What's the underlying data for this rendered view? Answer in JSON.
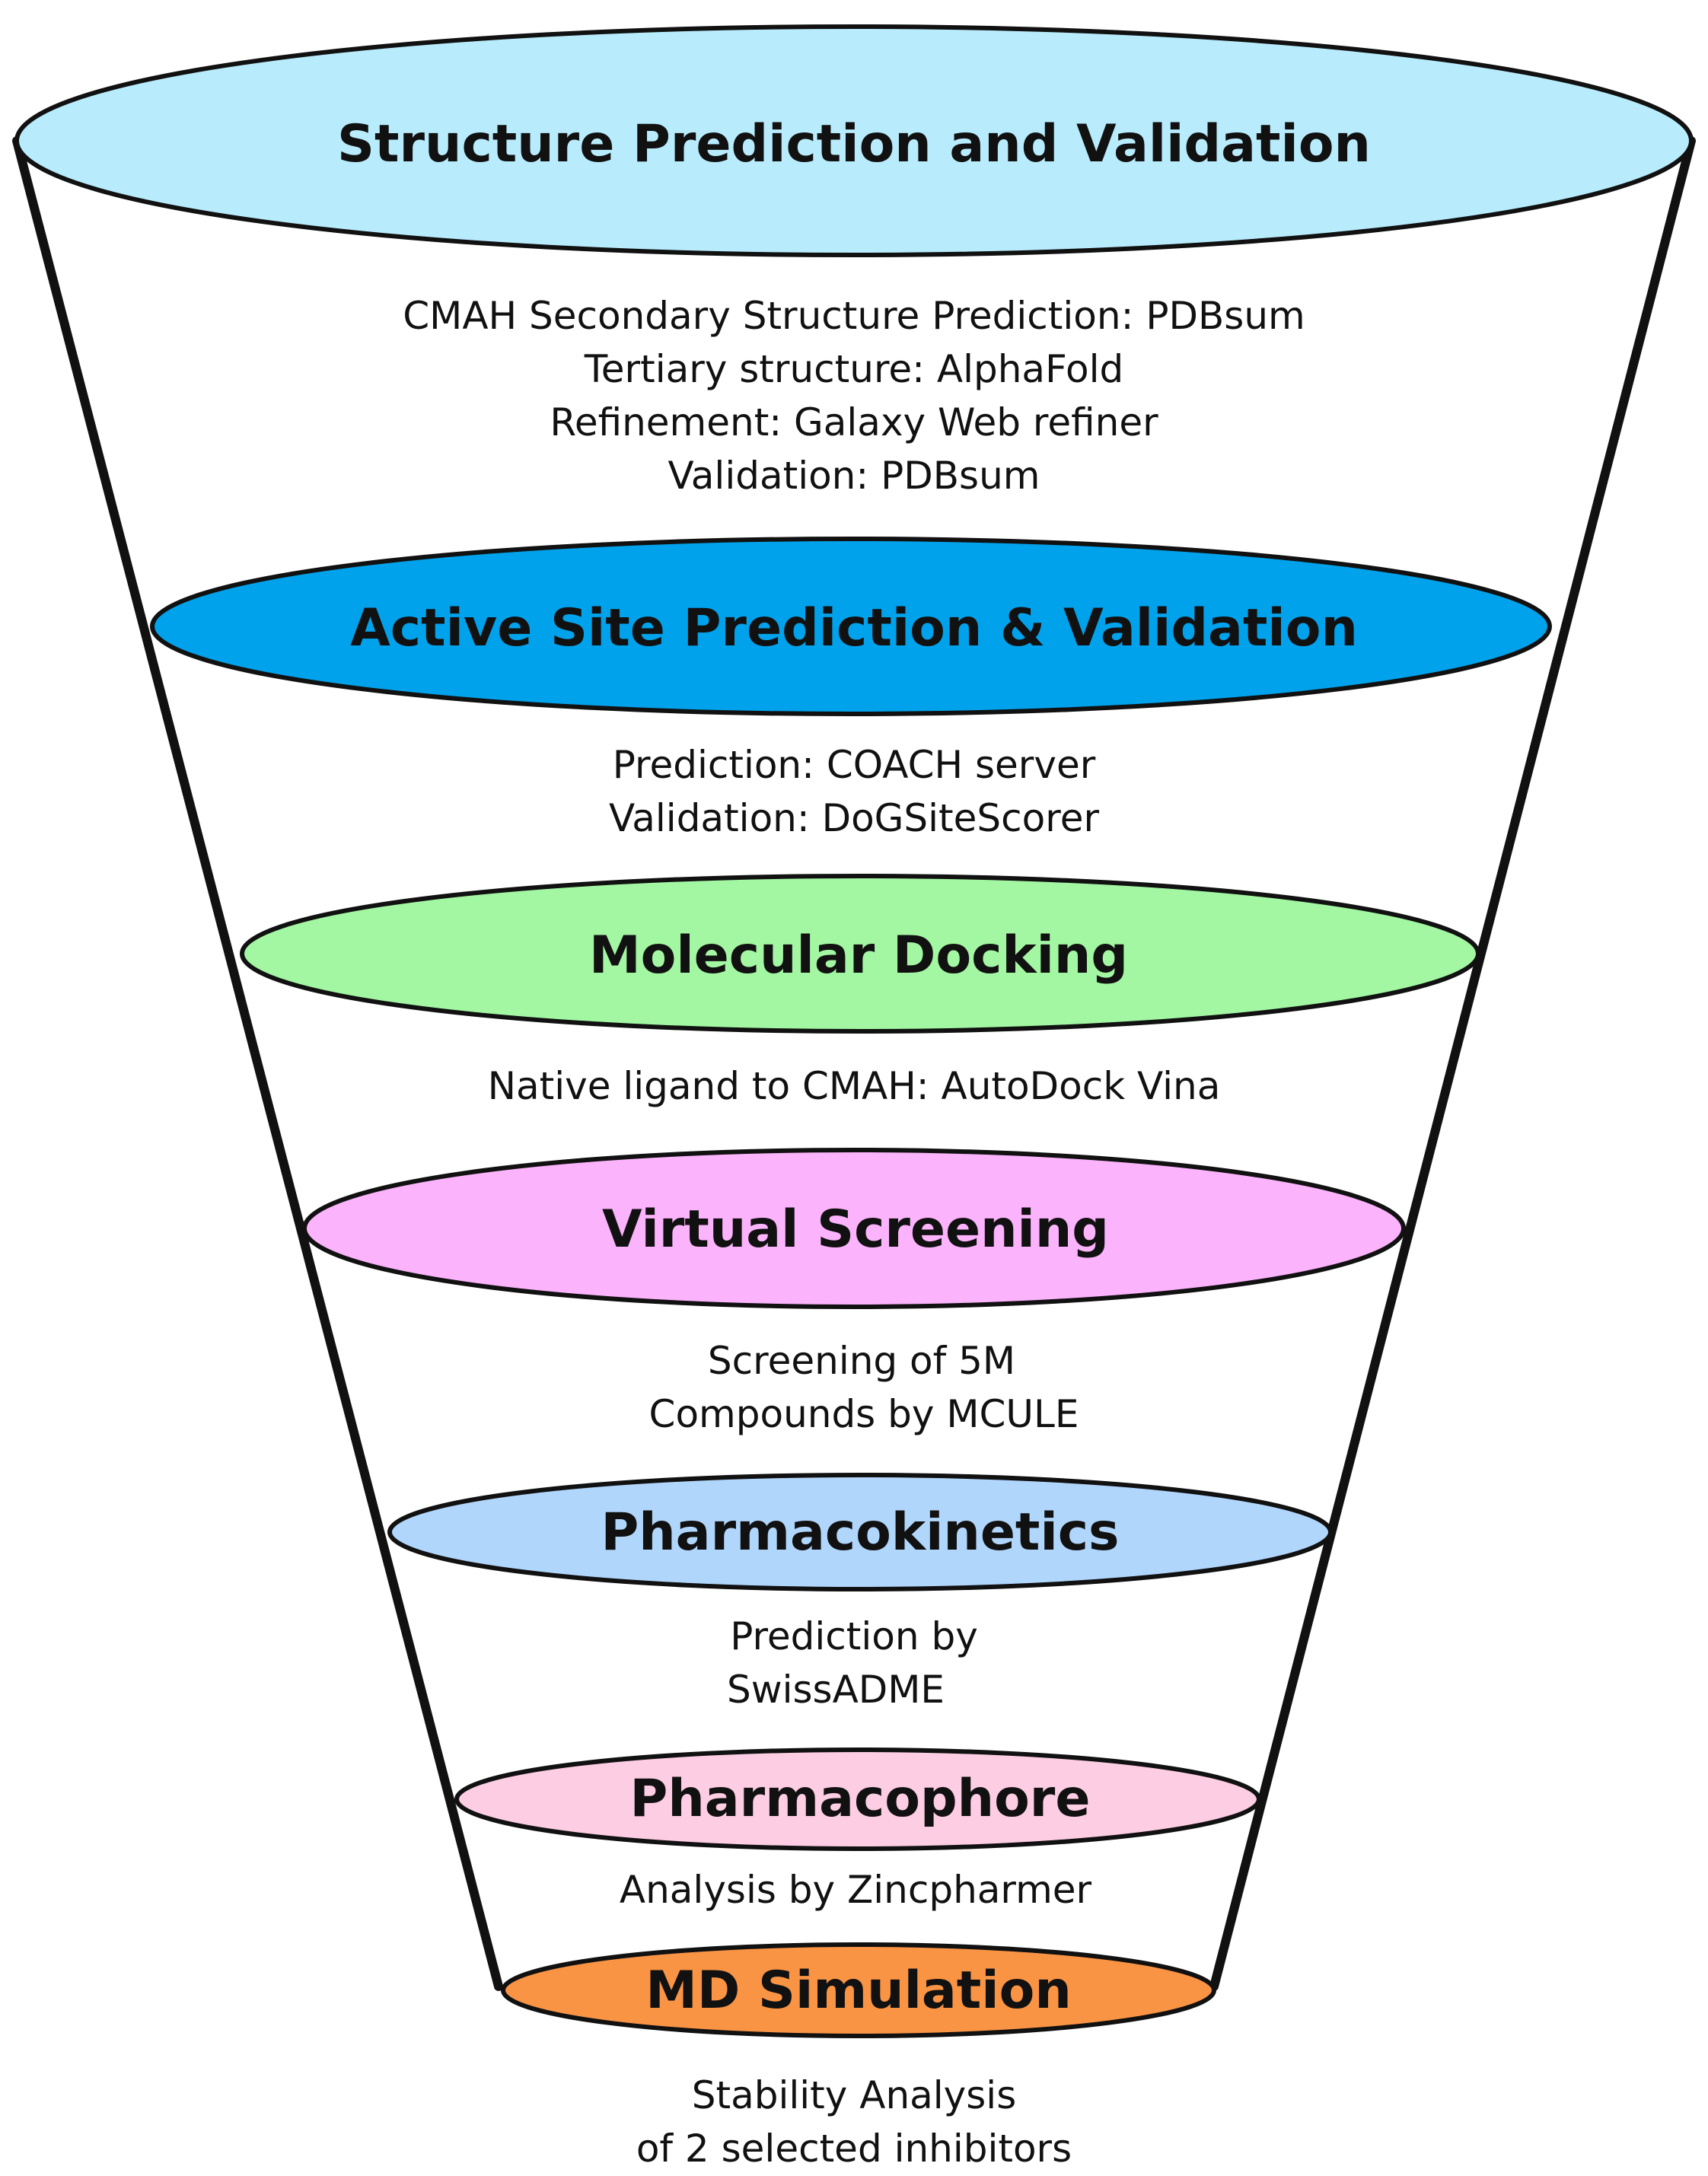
{
  "stages": [
    {
      "title": "Structure Prediction and Validation",
      "color": "#b8ecfc",
      "details": [
        "CMAH Secondary Structure Prediction: PDBsum",
        "Tertiary structure: AlphaFold",
        "Refinement: Galaxy Web refiner",
        "Validation: PDBsum"
      ]
    },
    {
      "title": "Active Site Prediction & Validation",
      "color": "#00a2eb",
      "details": [
        "Prediction: COACH server",
        "Validation: DoGSiteScorer"
      ]
    },
    {
      "title": "Molecular Docking",
      "color": "#a3f7a3",
      "details": [
        "Native ligand to CMAH: AutoDock Vina"
      ]
    },
    {
      "title": "Virtual Screening",
      "color": "#fbb3fc",
      "details": [
        "Screening of 5M",
        "Compounds by MCULE"
      ]
    },
    {
      "title": "Pharmacokinetics",
      "color": "#b1d6fc",
      "details": [
        "Prediction by",
        "SwissADME"
      ]
    },
    {
      "title": "Pharmacophore",
      "color": "#fccde3",
      "details": [
        "Analysis by Zincpharmer"
      ]
    },
    {
      "title": "MD Simulation",
      "color": "#fa9445",
      "details": [
        "Stability Analysis",
        "of 2 selected inhibitors"
      ]
    }
  ]
}
